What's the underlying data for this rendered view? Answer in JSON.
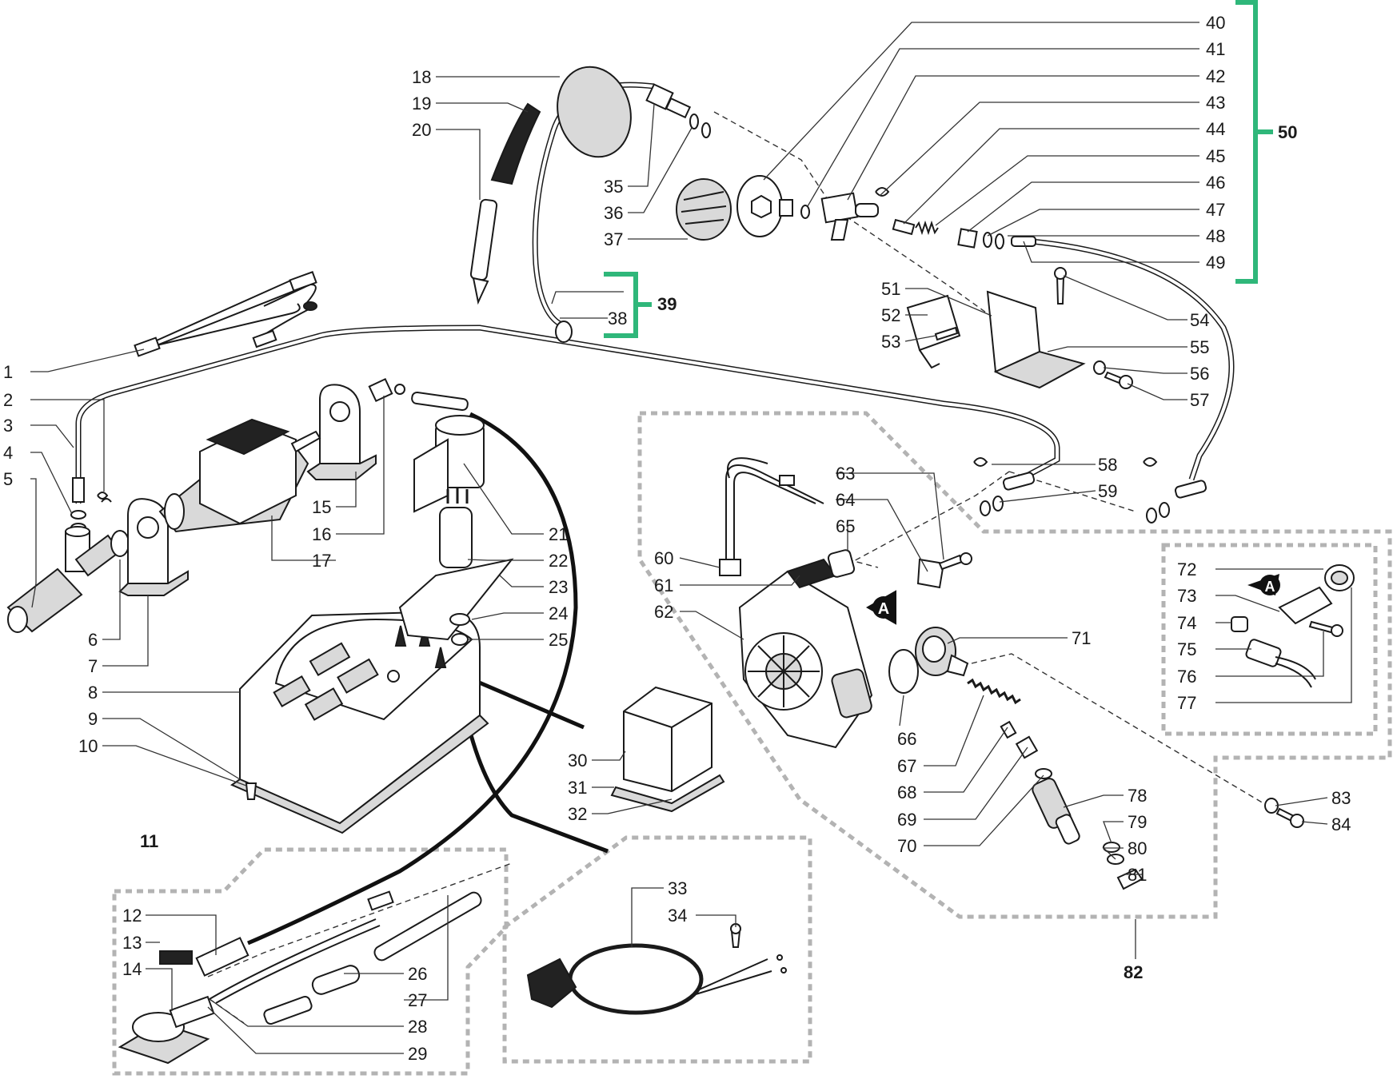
{
  "diagram": {
    "part_labels": [
      "1",
      "2",
      "3",
      "4",
      "5",
      "6",
      "7",
      "8",
      "9",
      "10",
      "11",
      "12",
      "13",
      "14",
      "15",
      "16",
      "17",
      "18",
      "19",
      "20",
      "21",
      "22",
      "23",
      "24",
      "25",
      "26",
      "27",
      "28",
      "29",
      "30",
      "31",
      "32",
      "33",
      "34",
      "35",
      "36",
      "37",
      "38",
      "39",
      "40",
      "41",
      "42",
      "43",
      "44",
      "45",
      "46",
      "47",
      "48",
      "49",
      "50",
      "51",
      "52",
      "53",
      "54",
      "55",
      "56",
      "57",
      "58",
      "59",
      "60",
      "61",
      "62",
      "63",
      "64",
      "65",
      "66",
      "67",
      "68",
      "69",
      "70",
      "71",
      "72",
      "73",
      "74",
      "75",
      "76",
      "77",
      "78",
      "79",
      "80",
      "81",
      "82",
      "83",
      "84"
    ],
    "group_labels": [
      "39",
      "50",
      "11",
      "82"
    ],
    "callout_marker": "A",
    "bracket_color": "#2fb77a",
    "dashed_box_color": "#b3b3b3"
  }
}
